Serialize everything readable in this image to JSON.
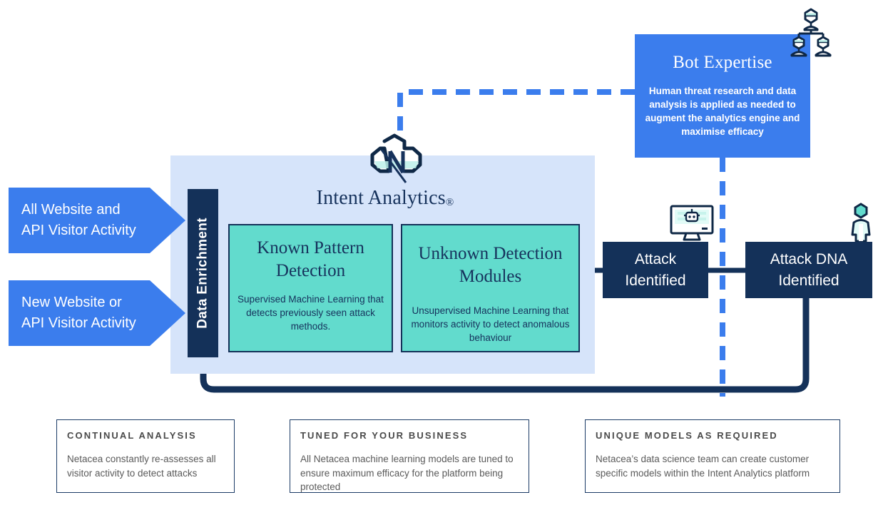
{
  "colors": {
    "brand_blue": "#3b7ded",
    "navy": "#143159",
    "teal": "#62dbcd",
    "panel_blue": "#d6e4fa",
    "card_border": "#1b3b66",
    "white": "#ffffff"
  },
  "engine": {
    "title": "Intent Analytics",
    "title_mark": "®",
    "logo_name": "netacea-logo",
    "data_enrichment_label": "Data Enrichment",
    "modules": [
      {
        "id": "known-pattern-detection",
        "title": "Known Pattern Detection",
        "description": "Supervised Machine Learning that detects previously seen attack methods."
      },
      {
        "id": "unknown-detection-modules",
        "title": "Unknown Detection Modules",
        "description": "Unsupervised Machine Learning that monitors activity to detect anomalous behaviour"
      }
    ]
  },
  "inputs": [
    {
      "id": "all-website-and-api-visitor-activity",
      "line1": "All  Website and",
      "line2": "API Visitor Activity"
    },
    {
      "id": "new-website-or-api-visitor-activity",
      "line1": "New Website or",
      "line2": "API Visitor Activity"
    }
  ],
  "bot_expertise": {
    "title": "Bot Expertise",
    "description": "Human threat research and data analysis is applied as needed to augment the analytics engine and maximise efficacy",
    "icon_name": "team-icon"
  },
  "outcomes": [
    {
      "id": "attack-identified",
      "label": "Attack\nIdentified",
      "line1": "Attack",
      "line2": "Identified",
      "icon_name": "monitor-bot-icon"
    },
    {
      "id": "attack-dna-identified",
      "label": "Attack DNA\nIdentified",
      "line1": "Attack DNA",
      "line2": "Identified",
      "icon_name": "person-icon"
    }
  ],
  "info_cards": [
    {
      "id": "continual-analysis",
      "title": "CONTINUAL ANALYSIS",
      "body": "Netacea constantly re-assesses all visitor activity to detect attacks"
    },
    {
      "id": "tuned-for-your-business",
      "title": "TUNED FOR YOUR BUSINESS",
      "body": "All Netacea machine learning models are tuned to ensure maximum efficacy for the platform being protected"
    },
    {
      "id": "unique-models-as-required",
      "title": "UNIQUE MODELS AS REQUIRED",
      "body": "Netacea’s data science team can create customer specific models within the Intent Analytics platform"
    }
  ],
  "connectors": {
    "feedback_loop_name": "feedback-loop-arrow",
    "bot_expertise_dashed_name": "bot-expertise-dashed-connector"
  }
}
